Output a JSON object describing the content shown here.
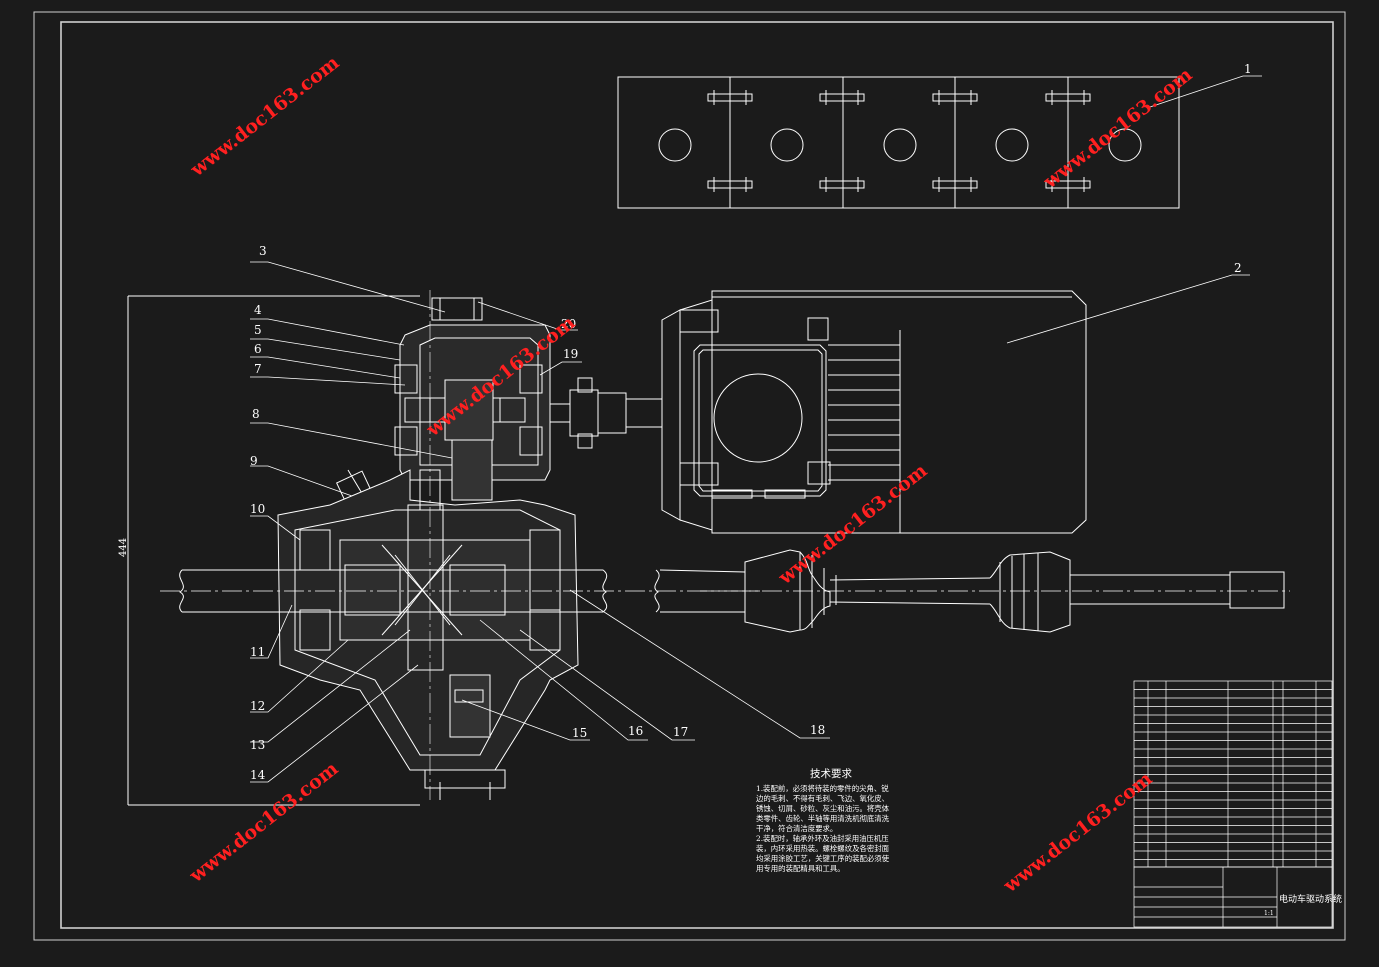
{
  "callouts": [
    "1",
    "2",
    "3",
    "4",
    "5",
    "6",
    "7",
    "8",
    "9",
    "10",
    "11",
    "12",
    "13",
    "14",
    "15",
    "16",
    "17",
    "18",
    "19",
    "20"
  ],
  "dimension_label": "444",
  "tech_requirements": {
    "title": "技术要求",
    "lines": [
      "1.装配前，必须将待装的零件的尖角、锐",
      "边的毛刺、不得有毛刺、飞边、氧化皮、",
      "锈蚀、切屑、砂粒、灰尘和油污。将壳体",
      "类零件、齿轮、半轴等用清洗机彻底清洗",
      "干净，符合清洁度要求。",
      "2.装配时，轴承外环及油封采用油压机压",
      "装，内环采用热装。螺栓螺纹及各密封面",
      "均采用涂胶工艺，关键工序的装配必须使",
      "用专用的装配精具和工具。"
    ]
  },
  "title_block": {
    "drawing_name": "电动车驱动系统",
    "scale": "1:1"
  },
  "watermark": "www.doc163.com",
  "colors": {
    "background": "#1b1b1b",
    "lines": "#ffffff",
    "watermark": "#ff2020"
  }
}
